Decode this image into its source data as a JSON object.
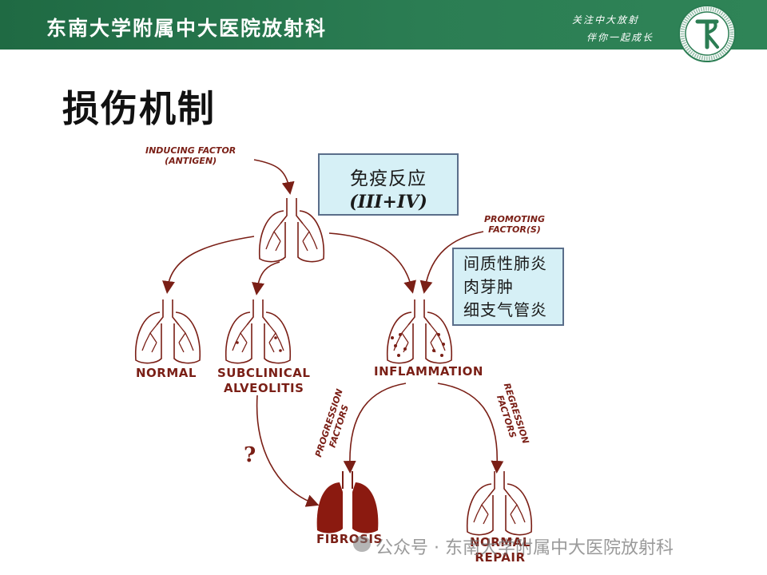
{
  "header": {
    "title": "东南大学附属中大医院放射科",
    "slogan_line1": "关注中大放射",
    "slogan_line2": "伴你一起成长",
    "logo_icon": "hospital-emblem-icon"
  },
  "page_title": "损伤机制",
  "diagram": {
    "inducing_factor": [
      "INDUCING FACTOR",
      "(ANTIGEN)"
    ],
    "immune_box": {
      "line1": "免疫反应",
      "line2": "(III+IV)"
    },
    "promoting_factor": [
      "PROMOTING",
      "FACTOR(S)"
    ],
    "disease_box": [
      "间质性肺炎",
      "肉芽肿",
      "细支气管炎"
    ],
    "normal": "NORMAL",
    "subclinical": [
      "SUBCLINICAL",
      "ALVEOLITIS"
    ],
    "inflammation": "INFLAMMATION",
    "progression": [
      "PROGRESSION",
      "FACTORS"
    ],
    "regression": [
      "REGRESSION",
      "FACTORS"
    ],
    "question_mark": "?",
    "fibrosis": "FIBROSIS",
    "normal_repair": [
      "NORMAL",
      "REPAIR"
    ]
  },
  "watermark": "公众号 · 东南大学附属中大医院放射科",
  "colors": {
    "header_green": "#2b7d53",
    "arrow_red": "#7a1f16",
    "box_fill": "#d6f0f6"
  }
}
